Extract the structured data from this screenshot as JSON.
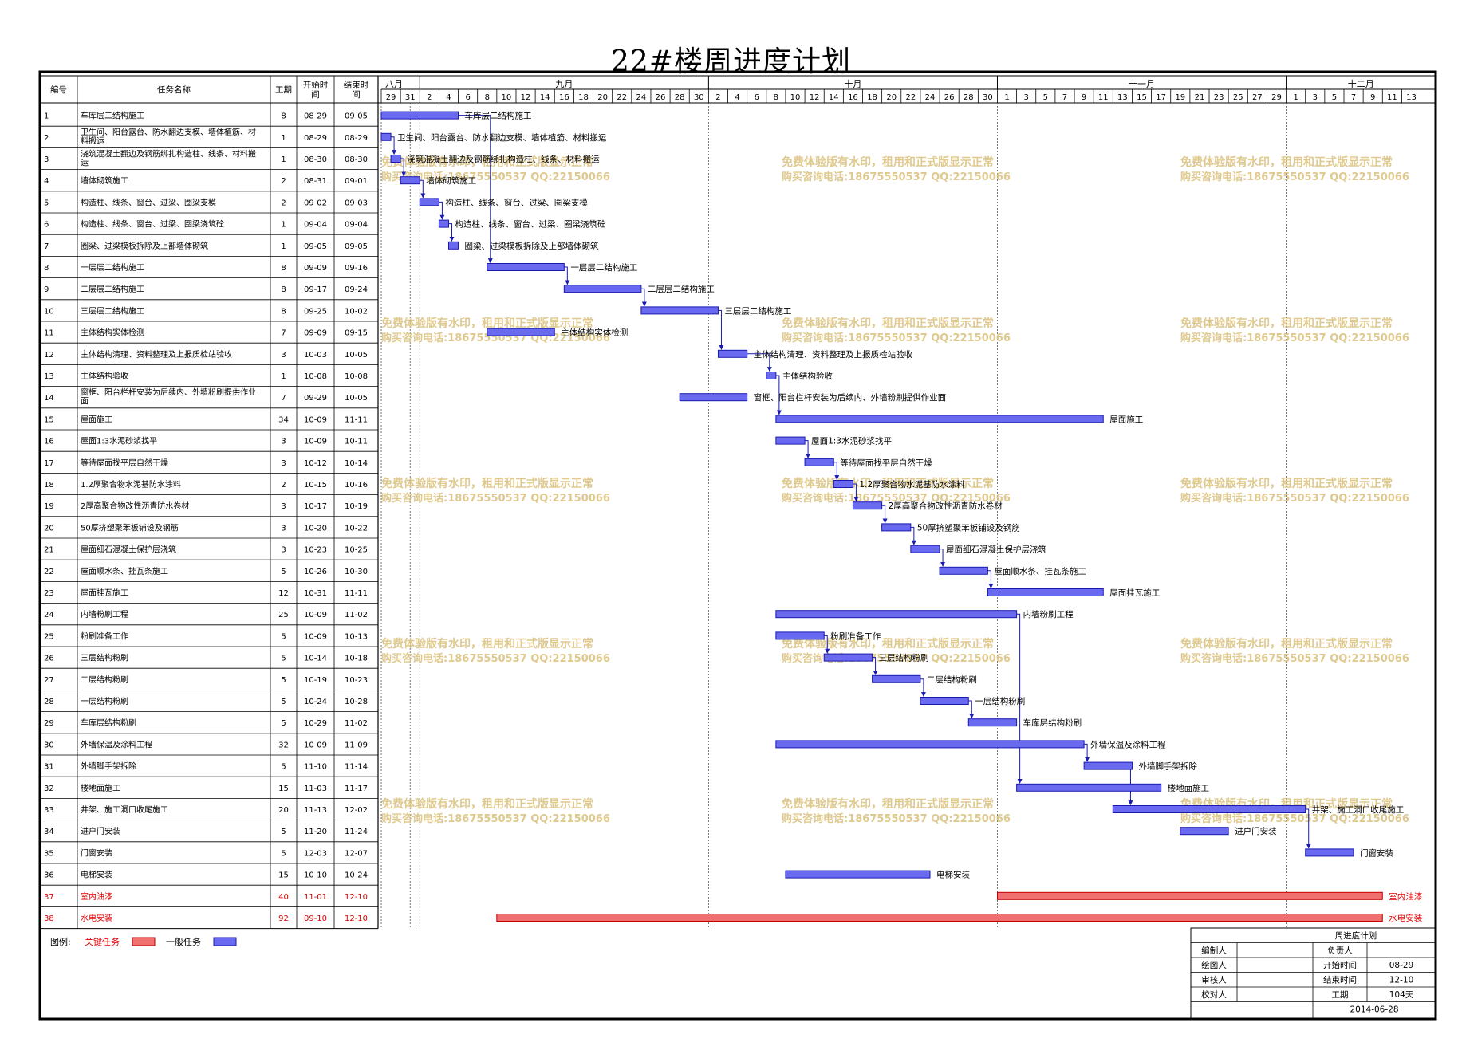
{
  "title": "22#楼周进度计划",
  "headers": {
    "id": "编号",
    "name": "任务名称",
    "duration": "工期",
    "start": "开始时间",
    "end": "结束时间"
  },
  "months": [
    {
      "label": "八月",
      "days": [
        "29",
        "31"
      ]
    },
    {
      "label": "九月",
      "days": [
        "2",
        "4",
        "6",
        "8",
        "10",
        "12",
        "14",
        "16",
        "18",
        "20",
        "22",
        "24",
        "26",
        "28",
        "30"
      ]
    },
    {
      "label": "十月",
      "days": [
        "2",
        "4",
        "6",
        "8",
        "10",
        "12",
        "14",
        "16",
        "18",
        "20",
        "22",
        "24",
        "26",
        "28",
        "30"
      ]
    },
    {
      "label": "十一月",
      "days": [
        "1",
        "3",
        "5",
        "7",
        "9",
        "11",
        "13",
        "15",
        "17",
        "19",
        "21",
        "23",
        "25",
        "27",
        "29"
      ]
    },
    {
      "label": "十二月",
      "days": [
        "1",
        "3",
        "5",
        "7",
        "9",
        "11",
        "13"
      ]
    }
  ],
  "watermark": {
    "line1": "免费体验版有水印，租用和正式版显示正常",
    "line2": "购买咨询电话:18675550537 QQ:22150066"
  },
  "legend": {
    "label": "图例:",
    "critical": "关键任务",
    "normal": "一般任务"
  },
  "info_block": {
    "title": "周进度计划",
    "rows": [
      {
        "k1": "编制人",
        "v1": "",
        "k2": "负责人",
        "v2": ""
      },
      {
        "k1": "绘图人",
        "v1": "",
        "k2": "开始时间",
        "v2": "08-29"
      },
      {
        "k1": "审核人",
        "v1": "",
        "k2": "结束时间",
        "v2": "12-10"
      },
      {
        "k1": "校对人",
        "v1": "",
        "k2": "工期",
        "v2": "104天"
      }
    ],
    "date": "2014-06-28"
  },
  "colors": {
    "normal_fill": "#6a6af0",
    "normal_stroke": "#1a1ab0",
    "critical_fill": "#f07070",
    "critical_stroke": "#c00000",
    "critical_text": "#e00000",
    "watermark": "#d9c07a"
  },
  "chart_data": {
    "type": "gantt",
    "year": 2014,
    "tasks": [
      {
        "id": "1",
        "name": "车库层二结构施工",
        "duration": "8",
        "start": "08-29",
        "end": "09-05",
        "critical": false
      },
      {
        "id": "2",
        "name": "卫生间、阳台露台、防水翻边支模、墙体植筋、材料搬运",
        "duration": "1",
        "start": "08-29",
        "end": "08-29",
        "critical": false
      },
      {
        "id": "3",
        "name": "浇筑混凝土翻边及钢筋绑扎构造柱、线条、材料搬运",
        "duration": "1",
        "start": "08-30",
        "end": "08-30",
        "critical": false
      },
      {
        "id": "4",
        "name": "墙体砌筑施工",
        "duration": "2",
        "start": "08-31",
        "end": "09-01",
        "critical": false
      },
      {
        "id": "5",
        "name": "构造柱、线条、窗台、过梁、圈梁支模",
        "duration": "2",
        "start": "09-02",
        "end": "09-03",
        "critical": false
      },
      {
        "id": "6",
        "name": "构造柱、线条、窗台、过梁、圈梁浇筑砼",
        "duration": "1",
        "start": "09-04",
        "end": "09-04",
        "critical": false
      },
      {
        "id": "7",
        "name": "圈梁、过梁模板拆除及上部墙体砌筑",
        "duration": "1",
        "start": "09-05",
        "end": "09-05",
        "critical": false
      },
      {
        "id": "8",
        "name": "一层层二结构施工",
        "duration": "8",
        "start": "09-09",
        "end": "09-16",
        "critical": false
      },
      {
        "id": "9",
        "name": "二层层二结构施工",
        "duration": "8",
        "start": "09-17",
        "end": "09-24",
        "critical": false
      },
      {
        "id": "10",
        "name": "三层层二结构施工",
        "duration": "8",
        "start": "09-25",
        "end": "10-02",
        "critical": false
      },
      {
        "id": "11",
        "name": "主体结构实体检测",
        "duration": "7",
        "start": "09-09",
        "end": "09-15",
        "critical": false
      },
      {
        "id": "12",
        "name": "主体结构清理、资料整理及上报质检站验收",
        "duration": "3",
        "start": "10-03",
        "end": "10-05",
        "critical": false
      },
      {
        "id": "13",
        "name": "主体结构验收",
        "duration": "1",
        "start": "10-08",
        "end": "10-08",
        "critical": false
      },
      {
        "id": "14",
        "name": "窗框、阳台栏杆安装为后续内、外墙粉刷提供作业面",
        "duration": "7",
        "start": "09-29",
        "end": "10-05",
        "critical": false
      },
      {
        "id": "15",
        "name": "屋面施工",
        "duration": "34",
        "start": "10-09",
        "end": "11-11",
        "critical": false
      },
      {
        "id": "16",
        "name": "屋面1:3水泥砂浆找平",
        "duration": "3",
        "start": "10-09",
        "end": "10-11",
        "critical": false
      },
      {
        "id": "17",
        "name": "等待屋面找平层自然干燥",
        "duration": "3",
        "start": "10-12",
        "end": "10-14",
        "critical": false
      },
      {
        "id": "18",
        "name": "1.2厚聚合物水泥基防水涂料",
        "duration": "2",
        "start": "10-15",
        "end": "10-16",
        "critical": false
      },
      {
        "id": "19",
        "name": "2厚高聚合物改性沥青防水卷材",
        "duration": "3",
        "start": "10-17",
        "end": "10-19",
        "critical": false
      },
      {
        "id": "20",
        "name": "50厚挤塑聚苯板铺设及钢筋",
        "duration": "3",
        "start": "10-20",
        "end": "10-22",
        "critical": false
      },
      {
        "id": "21",
        "name": "屋面细石混凝土保护层浇筑",
        "duration": "3",
        "start": "10-23",
        "end": "10-25",
        "critical": false
      },
      {
        "id": "22",
        "name": "屋面顺水条、挂瓦条施工",
        "duration": "5",
        "start": "10-26",
        "end": "10-30",
        "critical": false
      },
      {
        "id": "23",
        "name": "屋面挂瓦施工",
        "duration": "12",
        "start": "10-31",
        "end": "11-11",
        "critical": false
      },
      {
        "id": "24",
        "name": "内墙粉刷工程",
        "duration": "25",
        "start": "10-09",
        "end": "11-02",
        "critical": false
      },
      {
        "id": "25",
        "name": "粉刷准备工作",
        "duration": "5",
        "start": "10-09",
        "end": "10-13",
        "critical": false
      },
      {
        "id": "26",
        "name": "三层结构粉刷",
        "duration": "5",
        "start": "10-14",
        "end": "10-18",
        "critical": false
      },
      {
        "id": "27",
        "name": "二层结构粉刷",
        "duration": "5",
        "start": "10-19",
        "end": "10-23",
        "critical": false
      },
      {
        "id": "28",
        "name": "一层结构粉刷",
        "duration": "5",
        "start": "10-24",
        "end": "10-28",
        "critical": false
      },
      {
        "id": "29",
        "name": "车库层结构粉刷",
        "duration": "5",
        "start": "10-29",
        "end": "11-02",
        "critical": false
      },
      {
        "id": "30",
        "name": "外墙保温及涂料工程",
        "duration": "32",
        "start": "10-09",
        "end": "11-09",
        "critical": false
      },
      {
        "id": "31",
        "name": "外墙脚手架拆除",
        "duration": "5",
        "start": "11-10",
        "end": "11-14",
        "critical": false
      },
      {
        "id": "32",
        "name": "楼地面施工",
        "duration": "15",
        "start": "11-03",
        "end": "11-17",
        "critical": false
      },
      {
        "id": "33",
        "name": "井架、施工洞口收尾施工",
        "duration": "20",
        "start": "11-13",
        "end": "12-02",
        "critical": false
      },
      {
        "id": "34",
        "name": "进户门安装",
        "duration": "5",
        "start": "11-20",
        "end": "11-24",
        "critical": false
      },
      {
        "id": "35",
        "name": "门窗安装",
        "duration": "5",
        "start": "12-03",
        "end": "12-07",
        "critical": false
      },
      {
        "id": "36",
        "name": "电梯安装",
        "duration": "15",
        "start": "10-10",
        "end": "10-24",
        "critical": false
      },
      {
        "id": "37",
        "name": "室内油漆",
        "duration": "40",
        "start": "11-01",
        "end": "12-10",
        "critical": true
      },
      {
        "id": "38",
        "name": "水电安装",
        "duration": "92",
        "start": "09-10",
        "end": "12-10",
        "critical": true
      }
    ],
    "links": [
      [
        2,
        3
      ],
      [
        3,
        4
      ],
      [
        4,
        5
      ],
      [
        5,
        6
      ],
      [
        6,
        7
      ],
      [
        1,
        8
      ],
      [
        8,
        9
      ],
      [
        9,
        10
      ],
      [
        10,
        12
      ],
      [
        12,
        13
      ],
      [
        13,
        15
      ],
      [
        16,
        17
      ],
      [
        17,
        18
      ],
      [
        18,
        19
      ],
      [
        19,
        20
      ],
      [
        20,
        21
      ],
      [
        21,
        22
      ],
      [
        22,
        23
      ],
      [
        25,
        26
      ],
      [
        26,
        27
      ],
      [
        27,
        28
      ],
      [
        28,
        29
      ],
      [
        24,
        32
      ],
      [
        30,
        31
      ],
      [
        31,
        33
      ],
      [
        33,
        35
      ]
    ]
  }
}
